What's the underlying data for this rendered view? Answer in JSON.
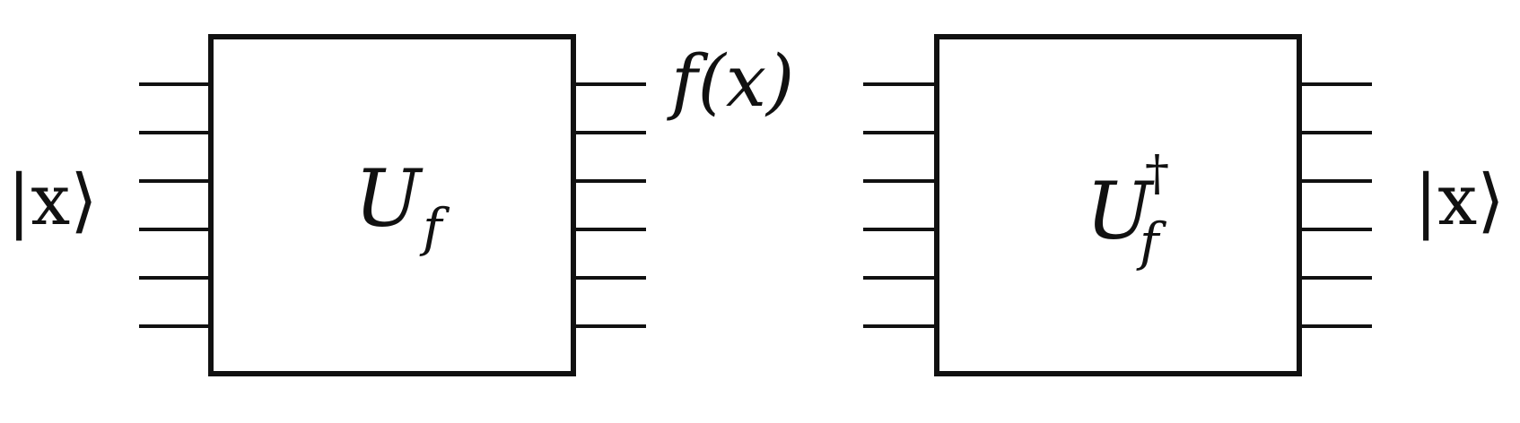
{
  "diagram": {
    "input_label": "|x⟩",
    "middle_label": "f(x)",
    "output_label": "|x⟩",
    "gates": [
      {
        "base": "U",
        "subscript": "f",
        "superscript": ""
      },
      {
        "base": "U",
        "subscript": "f",
        "superscript": "†"
      }
    ],
    "wires_per_side": 6
  }
}
